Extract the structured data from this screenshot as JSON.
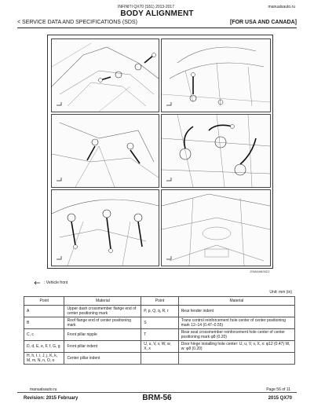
{
  "header": {
    "model_line": "INFINITI QX70 (S51) 2013-2017",
    "site": "manualsauto.ru",
    "title": "BODY ALIGNMENT",
    "section": "< SERVICE DATA AND SPECIFICATIONS (SDS)",
    "region": "[FOR USA AND CANADA]"
  },
  "figure": {
    "code": "JSMIA9605ZZ",
    "legend_text": ": Vehicle front"
  },
  "table": {
    "unit": "Unit: mm (in)",
    "headers": [
      "Point",
      "Material",
      "Point",
      "Material"
    ],
    "rows": [
      [
        "A",
        "Upper dash crossmember flange end of center positioning mark",
        "P, p, Q, q, R, r",
        "Rear fender indent"
      ],
      [
        "B",
        "Roof flange end of center positioning mark",
        "S",
        "Trans control reinforcement hole center of center positioning mark 12–14 (0.47–0.55)"
      ],
      [
        "C, c",
        "Front pillar nipple",
        "T",
        "Rear seat crossmember reinforcement hole center of center positioning mark φ8 (0.20)"
      ],
      [
        "D, d, E, e, F, f, G, g",
        "Front pillar indent",
        "U, u, V, v, W, w, X, x",
        "Door hinge installing hole center: U, u, V, v, X, x: φ12 (0.47) W, w: φ8 (0.20)"
      ],
      [
        "H, h, I, i, J, j, K, k, M, m, N, n, O, o",
        "Center pillar indent",
        "",
        ""
      ]
    ]
  },
  "footer": {
    "site": "manualsauto.ru",
    "page": "Page 56 of 11",
    "revision": "Revision: 2015 February",
    "page_code": "BRM-56",
    "model": "2015 QX70"
  },
  "colors": {
    "line": "#333333",
    "arrow": "#1a1a1a"
  }
}
